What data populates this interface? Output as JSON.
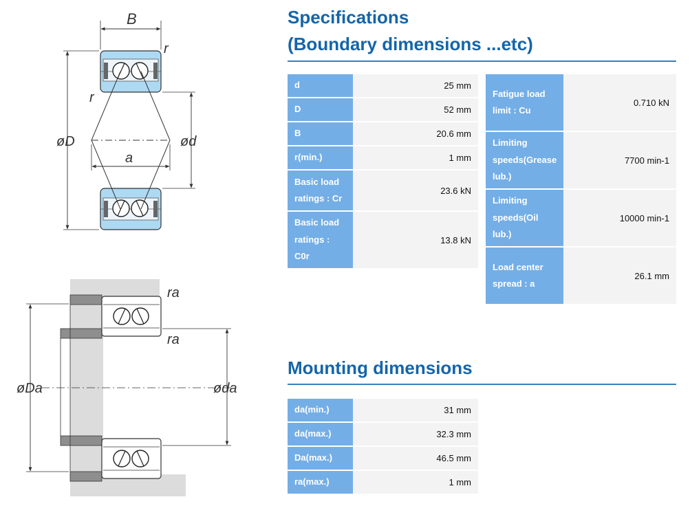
{
  "figure": {
    "top_labels": {
      "width": "B",
      "corner_radius_top": "r",
      "corner_radius_side": "r",
      "outer_diameter": "øD",
      "bore_diameter": "ød",
      "load_center": "a"
    },
    "bottom_labels": {
      "fillet_radius_top": "ra",
      "fillet_radius_mid": "ra",
      "housing_diameter": "øDa",
      "shaft_diameter": "øda"
    }
  },
  "specifications": {
    "title_line1": "Specifications",
    "title_line2": "(Boundary dimensions ...etc)",
    "left": [
      {
        "label": "d",
        "value": "25 mm"
      },
      {
        "label": "D",
        "value": "52 mm"
      },
      {
        "label": "B",
        "value": "20.6 mm"
      },
      {
        "label": "r(min.)",
        "value": "1 mm"
      },
      {
        "label": "Basic load ratings : Cr",
        "value": "23.6 kN"
      },
      {
        "label": "Basic load ratings : C0r",
        "value": "13.8 kN"
      }
    ],
    "right": [
      {
        "label": "Fatigue load limit : Cu",
        "value": "0.710 kN"
      },
      {
        "label": "Limiting speeds(Grease lub.)",
        "value": "7700 min-1"
      },
      {
        "label": "Limiting speeds(Oil lub.)",
        "value": "10000 min-1"
      },
      {
        "label": "Load center spread : a",
        "value": "26.1 mm"
      }
    ]
  },
  "mounting": {
    "title": "Mounting dimensions",
    "rows": [
      {
        "label": "da(min.)",
        "value": "31 mm"
      },
      {
        "label": "da(max.)",
        "value": "32.3 mm"
      },
      {
        "label": "Da(max.)",
        "value": "46.5 mm"
      },
      {
        "label": "ra(max.)",
        "value": "1 mm"
      }
    ]
  }
}
